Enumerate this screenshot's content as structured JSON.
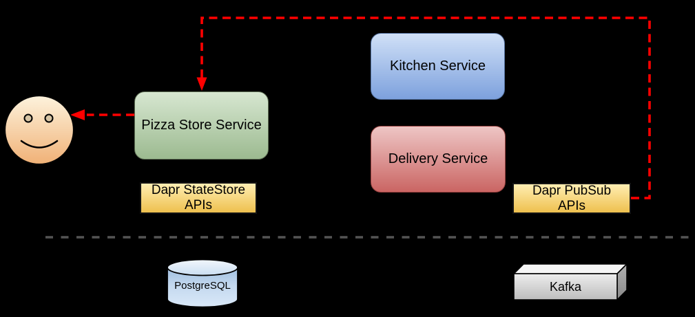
{
  "nodes": {
    "user": {
      "icon": "smiley-face"
    },
    "pizza_store": {
      "label": "Pizza Store Service"
    },
    "kitchen": {
      "label": "Kitchen Service"
    },
    "delivery": {
      "label": "Delivery Service"
    },
    "dapr_statestore": {
      "line1": "Dapr StateStore",
      "line2": "APIs"
    },
    "dapr_pubsub": {
      "line1": "Dapr PubSub",
      "line2": "APIs"
    },
    "postgresql": {
      "label": "PostgreSQL"
    },
    "kafka": {
      "label": "Kafka"
    }
  },
  "edges": [
    {
      "from": "dapr-pubsub-apis",
      "to": "pizza-store-service",
      "style": "dashed",
      "color": "#ff0000"
    },
    {
      "from": "pizza-store-service",
      "to": "user",
      "style": "dashed",
      "color": "#ff0000"
    }
  ],
  "divider": {
    "style": "dashed",
    "color": "#545454"
  },
  "colors": {
    "background": "#000000",
    "edge_red": "#ff0000",
    "divider_gray": "#545454",
    "green_top": "#d7e7d1",
    "green_bottom": "#9cba90",
    "green_border": "#5f7055",
    "blue_top": "#d0e0f7",
    "blue_bottom": "#7da1dd",
    "blue_border": "#54719f",
    "red_top": "#eec6c5",
    "red_bottom": "#ca6563",
    "red_border": "#953f3d",
    "yellow_top": "#ffeeb2",
    "yellow_bottom": "#eec04e",
    "yellow_border": "#141414",
    "face_top": "#fdf3dd",
    "face_bottom": "#f0b176",
    "cylinder_body_top": "#8fb3d9",
    "cylinder_body_bottom": "#d9e8f8",
    "kafka_front_top": "#ededed",
    "kafka_front_bottom": "#bdbdbd"
  }
}
